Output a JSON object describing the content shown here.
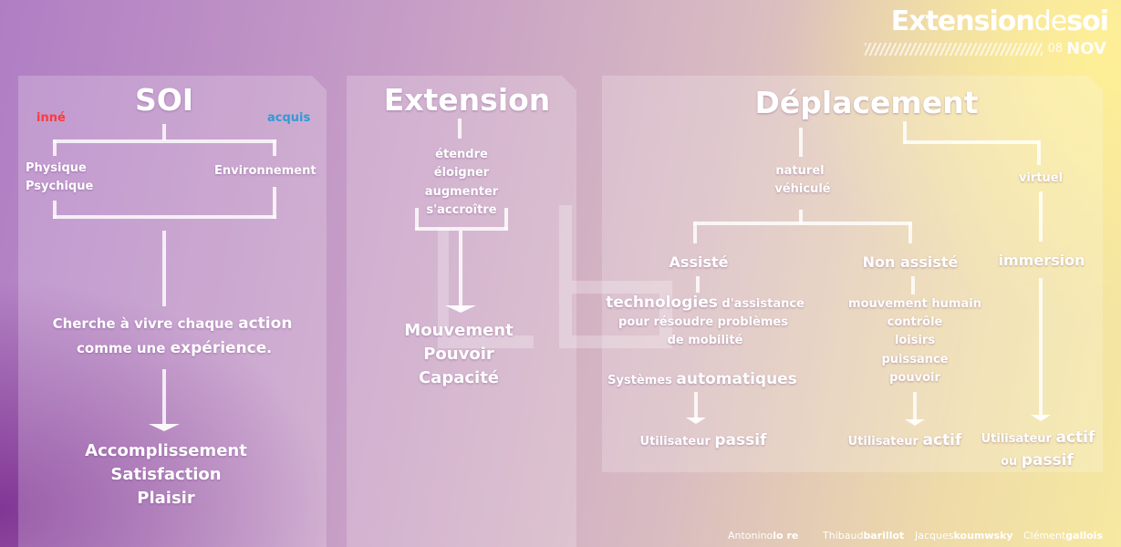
{
  "header": {
    "title_strong1": "Extension",
    "title_light": "de",
    "title_strong2": "soi",
    "number": "08",
    "month": "NOV"
  },
  "soi": {
    "title": "SOI",
    "inne": "inné",
    "acquis": "acquis",
    "physique": "Physique",
    "psychique": "Psychique",
    "environnement": "Environnement",
    "line1_a": "Cherche à vivre chaque ",
    "line1_b": "action",
    "line2_a": "comme une ",
    "line2_b": "expérience",
    "line2_c": ".",
    "result1": "Accomplissement",
    "result2": "Satisfaction",
    "result3": "Plaisir",
    "colors": {
      "inne": "#ff3a3a",
      "acquis": "#2e9bd6"
    }
  },
  "extension": {
    "title": "Extension",
    "verbs": [
      "étendre",
      "éloigner",
      "augmenter",
      "s'accroître"
    ],
    "results": [
      "Mouvement",
      "Pouvoir",
      "Capacité"
    ]
  },
  "deplacement": {
    "title": "Déplacement",
    "naturel": "naturel",
    "vehicule": "véhiculé",
    "virtuel": "virtuel",
    "assiste": "Assisté",
    "non_assiste": "Non assisté",
    "immersion": "immersion",
    "tech_a": "technologies",
    "tech_b": " d'assistance",
    "tech_line2": "pour résoudre problèmes",
    "tech_line3": "de mobilité",
    "sys_a": "Systèmes ",
    "sys_b": "automatiques",
    "non_items": [
      "mouvement humain",
      "contrôle",
      "loisirs",
      "puissance",
      "pouvoir"
    ],
    "user_passif_a": "Utilisateur ",
    "user_passif_b": "passif",
    "user_actif_a": "Utilisateur ",
    "user_actif_b": "actif",
    "user_virt_a": "Utilisateur ",
    "user_virt_b": "actif",
    "user_virt_c": "ou ",
    "user_virt_d": "passif"
  },
  "credits": [
    {
      "first": "Antonino",
      "last": "lo re"
    },
    {
      "first": "Thibaud",
      "last": "barillot"
    },
    {
      "first": "Jacques",
      "last": "koumwsky"
    },
    {
      "first": "Clément",
      "last": "gallois"
    }
  ]
}
